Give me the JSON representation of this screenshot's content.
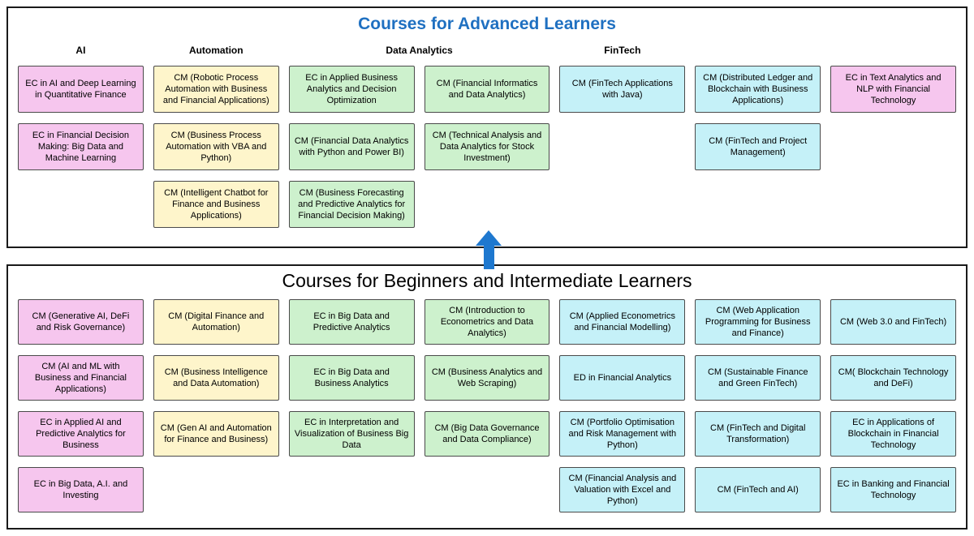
{
  "palette": {
    "pink": "#F6C6EE",
    "yellow": "#FEF5CB",
    "green": "#CDF1CD",
    "cyan": "#C5F1F8",
    "title_blue": "#1F70C1",
    "arrow_blue": "#1E78CF",
    "border": "#4a4a4a"
  },
  "advanced_panel": {
    "title": "Courses for Advanced Learners",
    "column_headers": [
      {
        "label": "AI",
        "col_start": 1,
        "col_span": 1
      },
      {
        "label": "Automation",
        "col_start": 2,
        "col_span": 1
      },
      {
        "label": "Data Analytics",
        "col_start": 3,
        "col_span": 2
      },
      {
        "label": "FinTech",
        "col_start": 5,
        "col_span": 1
      }
    ],
    "courses": [
      {
        "row": 1,
        "col": 1,
        "color": "pink",
        "label": "EC in AI and Deep Learning in Quantitative Finance"
      },
      {
        "row": 1,
        "col": 2,
        "color": "yellow",
        "label": "CM (Robotic Process Automation with Business and Financial Applications)"
      },
      {
        "row": 1,
        "col": 3,
        "color": "green",
        "label": "EC in Applied Business Analytics and Decision Optimization"
      },
      {
        "row": 1,
        "col": 4,
        "color": "green",
        "label": "CM (Financial Informatics and Data Analytics)"
      },
      {
        "row": 1,
        "col": 5,
        "color": "cyan",
        "label": "CM (FinTech Applications with Java)"
      },
      {
        "row": 1,
        "col": 6,
        "color": "cyan",
        "label": "CM (Distributed Ledger and Blockchain with Business Applications)"
      },
      {
        "row": 1,
        "col": 7,
        "color": "pink",
        "label": "EC in Text Analytics and NLP with Financial Technology"
      },
      {
        "row": 2,
        "col": 1,
        "color": "pink",
        "label": "EC in Financial Decision Making: Big Data and Machine Learning"
      },
      {
        "row": 2,
        "col": 2,
        "color": "yellow",
        "label": "CM (Business Process Automation with VBA and Python)"
      },
      {
        "row": 2,
        "col": 3,
        "color": "green",
        "label": "CM (Financial Data Analytics with Python and Power BI)"
      },
      {
        "row": 2,
        "col": 4,
        "color": "green",
        "label": "CM (Technical Analysis and Data Analytics for Stock Investment)"
      },
      {
        "row": 2,
        "col": 6,
        "color": "cyan",
        "label": "CM (FinTech and Project Management)"
      },
      {
        "row": 3,
        "col": 2,
        "color": "yellow",
        "label": "CM (Intelligent Chatbot for Finance and Business Applications)"
      },
      {
        "row": 3,
        "col": 3,
        "color": "green",
        "label": "CM (Business Forecasting and Predictive Analytics for Financial Decision Making)"
      }
    ]
  },
  "beginner_panel": {
    "title": "Courses for Beginners and Intermediate Learners",
    "courses": [
      {
        "row": 1,
        "col": 1,
        "color": "pink",
        "label": "CM (Generative AI, DeFi and Risk Governance)"
      },
      {
        "row": 1,
        "col": 2,
        "color": "yellow",
        "label": "CM (Digital Finance and Automation)"
      },
      {
        "row": 1,
        "col": 3,
        "color": "green",
        "label": "EC in Big Data and Predictive Analytics"
      },
      {
        "row": 1,
        "col": 4,
        "color": "green",
        "label": "CM (Introduction to Econometrics and Data Analytics)"
      },
      {
        "row": 1,
        "col": 5,
        "color": "cyan",
        "label": "CM (Applied Econometrics and Financial Modelling)"
      },
      {
        "row": 1,
        "col": 6,
        "color": "cyan",
        "label": "CM (Web Application Programming for Business and Finance)"
      },
      {
        "row": 1,
        "col": 7,
        "color": "cyan",
        "label": "CM (Web 3.0 and FinTech)"
      },
      {
        "row": 2,
        "col": 1,
        "color": "pink",
        "label": "CM (AI and ML with Business and Financial Applications)"
      },
      {
        "row": 2,
        "col": 2,
        "color": "yellow",
        "label": "CM (Business Intelligence and Data Automation)"
      },
      {
        "row": 2,
        "col": 3,
        "color": "green",
        "label": "EC in Big Data and Business Analytics"
      },
      {
        "row": 2,
        "col": 4,
        "color": "green",
        "label": "CM (Business Analytics and Web Scraping)"
      },
      {
        "row": 2,
        "col": 5,
        "color": "cyan",
        "label": "ED in Financial Analytics"
      },
      {
        "row": 2,
        "col": 6,
        "color": "cyan",
        "label": "CM (Sustainable Finance and Green FinTech)"
      },
      {
        "row": 2,
        "col": 7,
        "color": "cyan",
        "label": "CM( Blockchain Technology and DeFi)"
      },
      {
        "row": 3,
        "col": 1,
        "color": "pink",
        "label": "EC in Applied AI and Predictive Analytics for Business"
      },
      {
        "row": 3,
        "col": 2,
        "color": "yellow",
        "label": "CM (Gen AI and Automation for Finance and Business)"
      },
      {
        "row": 3,
        "col": 3,
        "color": "green",
        "label": "EC in Interpretation and Visualization of Business Big Data"
      },
      {
        "row": 3,
        "col": 4,
        "color": "green",
        "label": "CM (Big Data Governance and Data Compliance)"
      },
      {
        "row": 3,
        "col": 5,
        "color": "cyan",
        "label": "CM (Portfolio Optimisation and Risk Management with Python)"
      },
      {
        "row": 3,
        "col": 6,
        "color": "cyan",
        "label": "CM (FinTech and Digital Transformation)"
      },
      {
        "row": 3,
        "col": 7,
        "color": "cyan",
        "label": "EC in Applications of Blockchain in Financial Technology"
      },
      {
        "row": 4,
        "col": 1,
        "color": "pink",
        "label": "EC in Big Data, A.I. and Investing"
      },
      {
        "row": 4,
        "col": 5,
        "color": "cyan",
        "label": "CM (Financial Analysis and Valuation with Excel and Python)"
      },
      {
        "row": 4,
        "col": 6,
        "color": "cyan",
        "label": "CM (FinTech and AI)"
      },
      {
        "row": 4,
        "col": 7,
        "color": "cyan",
        "label": "EC in Banking and Financial Technology"
      }
    ]
  },
  "arrow": {
    "direction": "up"
  }
}
